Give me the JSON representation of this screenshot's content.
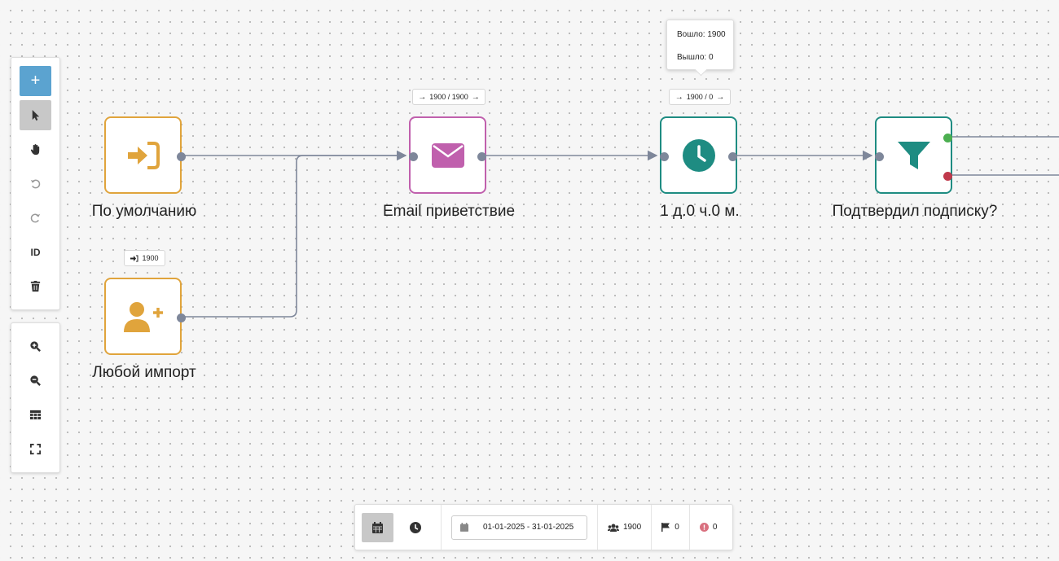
{
  "toolbar": {
    "add_label": "+",
    "id_label": "ID"
  },
  "nodes": {
    "default": {
      "label": "По умолчанию"
    },
    "import": {
      "label": "Любой импорт",
      "badge_count": "1900"
    },
    "email": {
      "label": "Email приветствие",
      "badge": "1900 / 1900"
    },
    "delay": {
      "label": "1 д.0 ч.0 м.",
      "badge": "1900 / 0"
    },
    "filter": {
      "label": "Подтвердил подписку?"
    }
  },
  "tooltip": {
    "entered": "Вошло: 1900",
    "exited": "Вышло: 0"
  },
  "bottom_bar": {
    "date_range": "01-01-2025 - 31-01-2025",
    "users_count": "1900",
    "goals_count": "0",
    "errors_count": "0"
  },
  "colors": {
    "orange": "#e0a43c",
    "pink": "#c060ad",
    "teal": "#1e8c82",
    "port_yes": "#4caf50",
    "port_no": "#c0394b",
    "accent_blue": "#5ba3d0"
  }
}
